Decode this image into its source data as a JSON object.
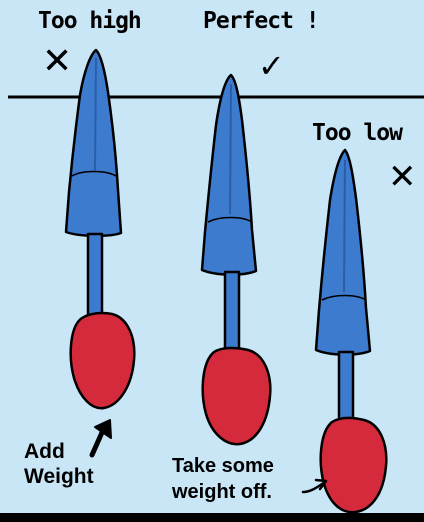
{
  "labels": {
    "too_high": "Too high",
    "perfect": "Perfect !",
    "too_low": "Too low",
    "add": "Add",
    "weight": "Weight",
    "take_some": "Take some",
    "weight_off": "weight off."
  },
  "marks": {
    "cross": "✕",
    "check": "✓"
  },
  "colors": {
    "background": "#c9e6f7",
    "hydrometer": "#3d7bcf",
    "bulb": "#d42a3c",
    "outline": "#000000"
  }
}
